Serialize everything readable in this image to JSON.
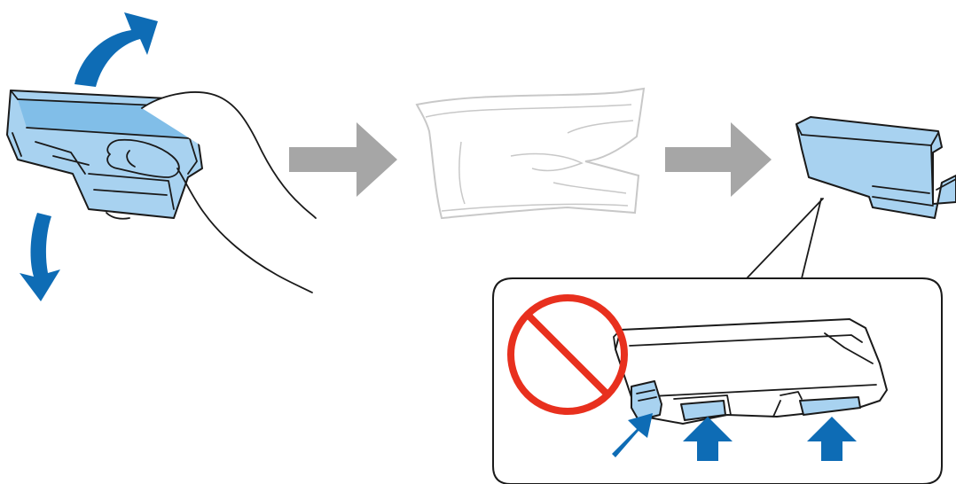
{
  "colors": {
    "cartridge_fill": "#a8d2f0",
    "cartridge_dark": "#3a9ad9",
    "action_arrow": "#0e6cb5",
    "step_arrow": "#a6a6a6",
    "prohibited": "#e8301e",
    "outline": "#1a1a1a",
    "bag_outline": "#c8c8c8"
  },
  "icons": {
    "step_arrows": [
      "right-arrow-icon",
      "right-arrow-icon"
    ],
    "action_arrows": [
      "curved-up-arrow-icon",
      "curved-down-arrow-icon",
      "up-arrow-icon",
      "up-arrow-icon",
      "up-arrow-icon"
    ],
    "warning": "prohibited-icon"
  },
  "steps": [
    {
      "id": "shake-cartridge",
      "icon": "hand-holding-cartridge"
    },
    {
      "id": "remove-bag",
      "icon": "empty-bag"
    },
    {
      "id": "cartridge-out",
      "icon": "ink-cartridge"
    }
  ],
  "detail": {
    "icon": "cartridge-closeup",
    "warning_icon": "prohibited-icon"
  }
}
